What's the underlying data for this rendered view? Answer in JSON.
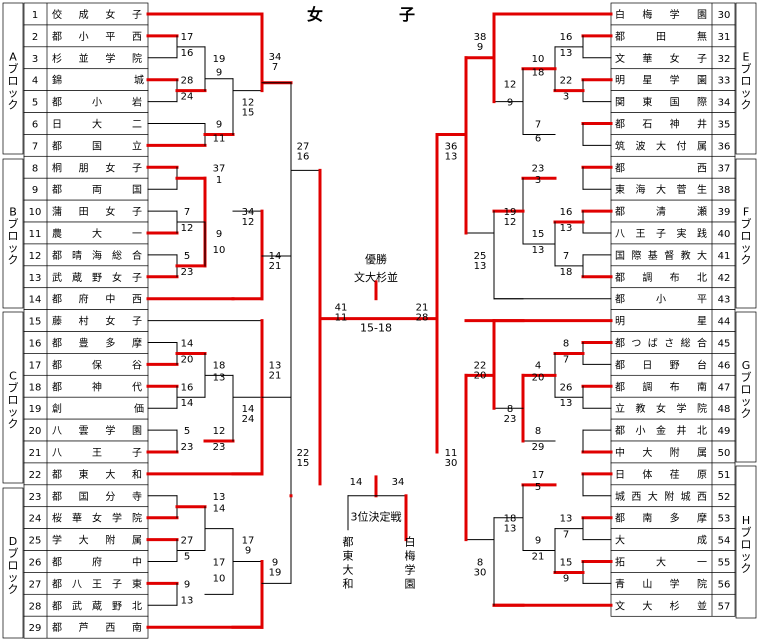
{
  "title": "女　子",
  "left_teams": [
    {
      "no": "1",
      "name": "佼成女子"
    },
    {
      "no": "2",
      "name": "都小平西"
    },
    {
      "no": "3",
      "name": "杉並学院"
    },
    {
      "no": "4",
      "name": "錦城"
    },
    {
      "no": "5",
      "name": "都小岩"
    },
    {
      "no": "6",
      "name": "日大二"
    },
    {
      "no": "7",
      "name": "都国立"
    },
    {
      "no": "8",
      "name": "桐朋女子"
    },
    {
      "no": "9",
      "name": "都両国"
    },
    {
      "no": "10",
      "name": "蒲田女子"
    },
    {
      "no": "11",
      "name": "農大一"
    },
    {
      "no": "12",
      "name": "都晴海総合"
    },
    {
      "no": "13",
      "name": "武蔵野女子"
    },
    {
      "no": "14",
      "name": "都府中西"
    },
    {
      "no": "15",
      "name": "藤村女子"
    },
    {
      "no": "16",
      "name": "都豊多摩"
    },
    {
      "no": "17",
      "name": "都保谷"
    },
    {
      "no": "18",
      "name": "都神代"
    },
    {
      "no": "19",
      "name": "創価"
    },
    {
      "no": "20",
      "name": "八雲学園"
    },
    {
      "no": "21",
      "name": "八王子"
    },
    {
      "no": "22",
      "name": "都東大和"
    },
    {
      "no": "23",
      "name": "都国分寺"
    },
    {
      "no": "24",
      "name": "桜華女学院"
    },
    {
      "no": "25",
      "name": "学大附属"
    },
    {
      "no": "26",
      "name": "都府中"
    },
    {
      "no": "27",
      "name": "都八王子東"
    },
    {
      "no": "28",
      "name": "都武蔵野北"
    },
    {
      "no": "29",
      "name": "都芦西南"
    }
  ],
  "right_teams": [
    {
      "no": "30",
      "name": "白梅学園"
    },
    {
      "no": "31",
      "name": "都田無"
    },
    {
      "no": "32",
      "name": "文華女子"
    },
    {
      "no": "33",
      "name": "明星学園"
    },
    {
      "no": "34",
      "name": "関東国際"
    },
    {
      "no": "35",
      "name": "都石神井"
    },
    {
      "no": "36",
      "name": "筑波大付属"
    },
    {
      "no": "37",
      "name": "都西"
    },
    {
      "no": "38",
      "name": "東海大菅生"
    },
    {
      "no": "39",
      "name": "都清瀬"
    },
    {
      "no": "40",
      "name": "八王子実践"
    },
    {
      "no": "41",
      "name": "国際基督教大"
    },
    {
      "no": "42",
      "name": "都調布北"
    },
    {
      "no": "43",
      "name": "都小平"
    },
    {
      "no": "44",
      "name": "明星"
    },
    {
      "no": "45",
      "name": "都つばさ総合"
    },
    {
      "no": "46",
      "name": "都日野台"
    },
    {
      "no": "47",
      "name": "都調布南"
    },
    {
      "no": "48",
      "name": "立教女学院"
    },
    {
      "no": "49",
      "name": "都小金井北"
    },
    {
      "no": "50",
      "name": "中大附属"
    },
    {
      "no": "51",
      "name": "日体荏原"
    },
    {
      "no": "52",
      "name": "城西大附城西"
    },
    {
      "no": "53",
      "name": "都南多摩"
    },
    {
      "no": "54",
      "name": "大成"
    },
    {
      "no": "55",
      "name": "拓大一"
    },
    {
      "no": "56",
      "name": "青山学院"
    },
    {
      "no": "57",
      "name": "文大杉並"
    }
  ],
  "blocks": [
    {
      "label": "Aブロック"
    },
    {
      "label": "Bブロック"
    },
    {
      "label": "Cブロック"
    },
    {
      "label": "Dブロック"
    },
    {
      "label": "Eブロック"
    },
    {
      "label": "Fブロック"
    },
    {
      "label": "Gブロック"
    },
    {
      "label": "Hブロック"
    }
  ],
  "scores": [
    "17",
    "16",
    "28",
    "24",
    "19",
    "9",
    "9",
    "11",
    "12",
    "15",
    "34",
    "7",
    "27",
    "16",
    "37",
    "1",
    "7",
    "12",
    "5",
    "23",
    "9",
    "10",
    "34",
    "12",
    "14",
    "21",
    "14",
    "20",
    "16",
    "14",
    "18",
    "13",
    "5",
    "23",
    "12",
    "23",
    "14",
    "24",
    "13",
    "21",
    "22",
    "15",
    "13",
    "14",
    "27",
    "5",
    "17",
    "9",
    "9",
    "13",
    "17",
    "10",
    "9",
    "19",
    "41",
    "11",
    "21",
    "28",
    "16",
    "13",
    "22",
    "3",
    "10",
    "18",
    "7",
    "6",
    "12",
    "9",
    "38",
    "9",
    "36",
    "13",
    "23",
    "3",
    "16",
    "13",
    "7",
    "18",
    "15",
    "13",
    "19",
    "12",
    "25",
    "13",
    "8",
    "7",
    "26",
    "13",
    "4",
    "20",
    "8",
    "29",
    "8",
    "23",
    "22",
    "20",
    "17",
    "5",
    "13",
    "7",
    "15",
    "9",
    "9",
    "21",
    "18",
    "13",
    "8",
    "30",
    "11",
    "30"
  ],
  "final": {
    "label": "優勝",
    "winner": "文大杉並",
    "score": "15-18"
  },
  "third": {
    "label": "3位決定戦",
    "left_score": "14",
    "right_score": "34",
    "left_team": "都東大和",
    "right_team": "白梅学園"
  },
  "colors": {
    "win": "#e00000",
    "line": "#000000"
  }
}
